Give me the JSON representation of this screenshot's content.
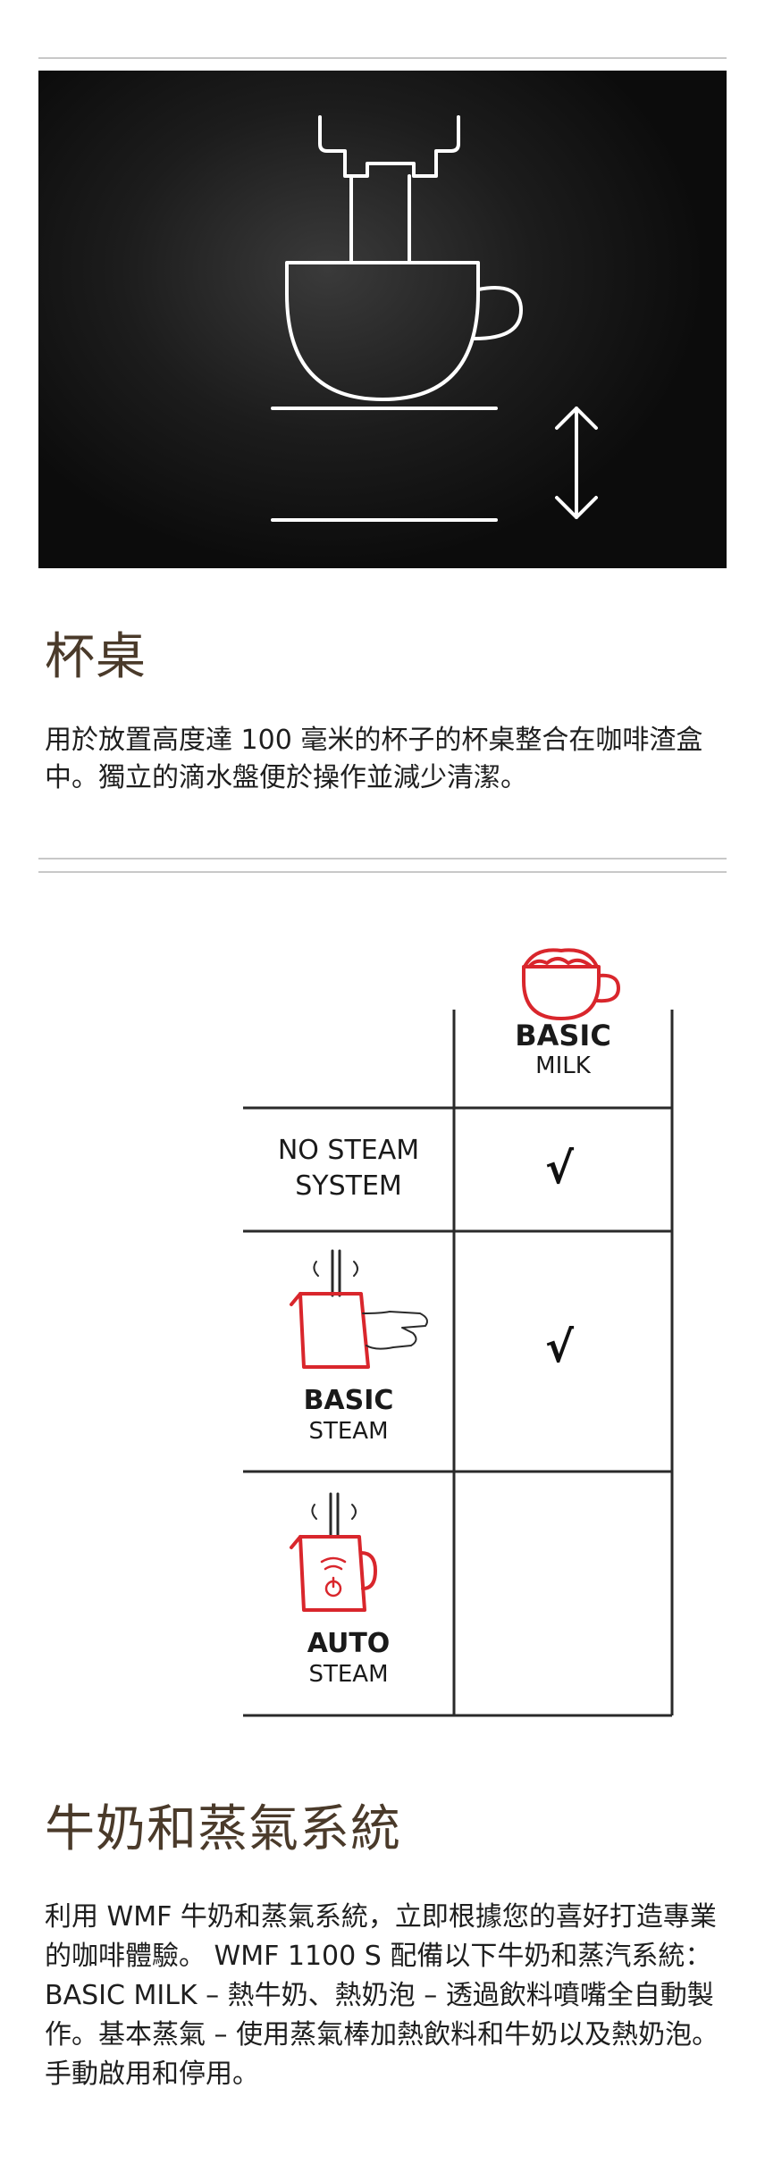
{
  "sections": [
    {
      "title": "杯桌",
      "body": "用於放置高度達 100 毫米的杯子的杯桌整合在咖啡渣盒中。獨立的滴水盤便於操作並減少清潔。"
    },
    {
      "title": "牛奶和蒸氣系統",
      "body": "利用 WMF 牛奶和蒸氣系統，立即根據您的喜好打造專業的咖啡體驗。 WMF 1100 S 配備以下牛奶和蒸汽系統： BASIC MILK – 熱牛奶、熱奶泡 – 透過飲料噴嘴全自動製作。基本蒸氣 – 使用蒸氣棒加熱飲料和牛奶以及熱奶泡。手動啟用和停用。"
    }
  ],
  "comparison": {
    "column_header": {
      "line1": "BASIC",
      "line2": "MILK"
    },
    "rows": [
      {
        "line1": "NO STEAM",
        "line2": "SYSTEM",
        "mark": "√"
      },
      {
        "line1": "BASIC",
        "line2": "STEAM",
        "mark": "√"
      },
      {
        "line1": "AUTO",
        "line2": "STEAM",
        "mark": ""
      }
    ],
    "accent_color": "#d9262c"
  },
  "icons": {
    "hero": "cup-height-adjust-icon",
    "milk": "milk-cup-icon",
    "basic_steam": "manual-steam-jug-icon",
    "auto_steam": "auto-steam-jug-icon"
  }
}
